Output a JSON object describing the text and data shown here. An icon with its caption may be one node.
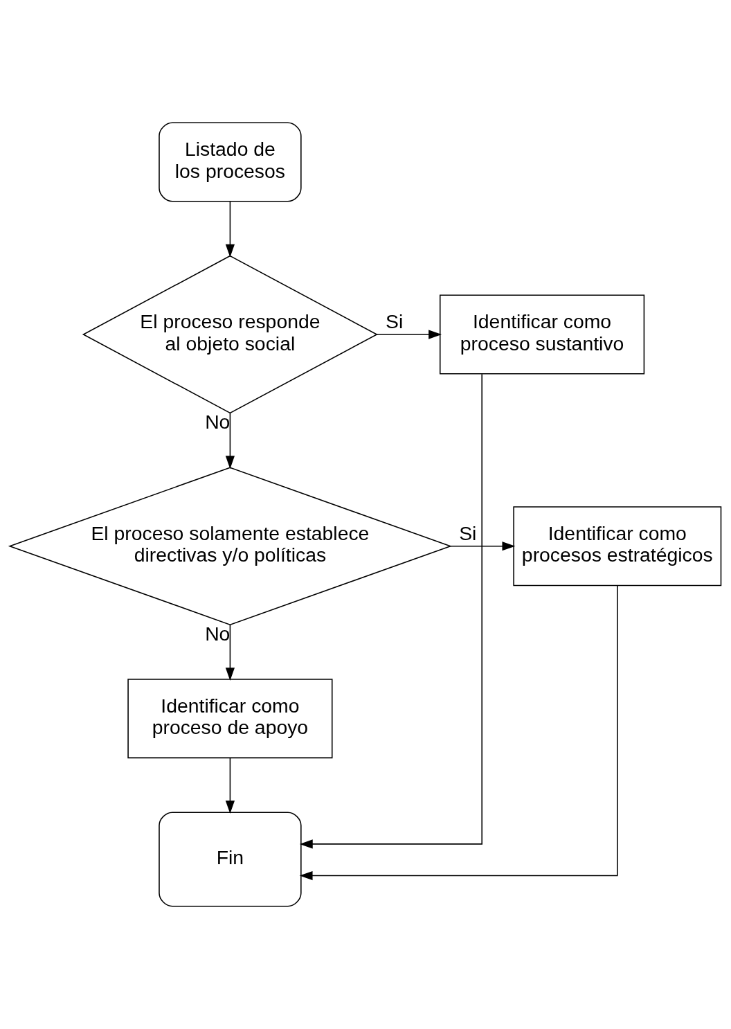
{
  "diagram": {
    "nodes": [
      {
        "text": [
          "Listado de los procesos"
        ]
      },
      {
        "text": [
          "El proceso responde al objeto social"
        ]
      },
      {
        "text": [
          "Identificar como proceso sustantivo"
        ]
      },
      {
        "text": [
          "El proceso solamente establece directivas y/o políticas"
        ]
      },
      {
        "text": [
          "Identificar como procesos estratégicos"
        ]
      },
      {
        "text": [
          "Identificar como proceso de apoyo"
        ]
      },
      {
        "text": [
          "Fin"
        ]
      }
    ],
    "edges": [
      {
        "from": 0,
        "to": 1,
        "arrow": "to"
      },
      {
        "from": 1,
        "to": 2,
        "arrow": "to",
        "label": "Si"
      },
      {
        "from": 1,
        "to": 3,
        "arrow": "to",
        "label": "No"
      },
      {
        "from": 3,
        "to": 4,
        "arrow": "to",
        "label": "Si"
      },
      {
        "from": 3,
        "to": 5,
        "arrow": "to",
        "label": "No"
      },
      {
        "from": 5,
        "to": 6,
        "arrow": "to"
      },
      {
        "from": 2,
        "to": 6,
        "arrow": "to"
      },
      {
        "from": 4,
        "to": 6,
        "arrow": "to"
      }
    ]
  }
}
